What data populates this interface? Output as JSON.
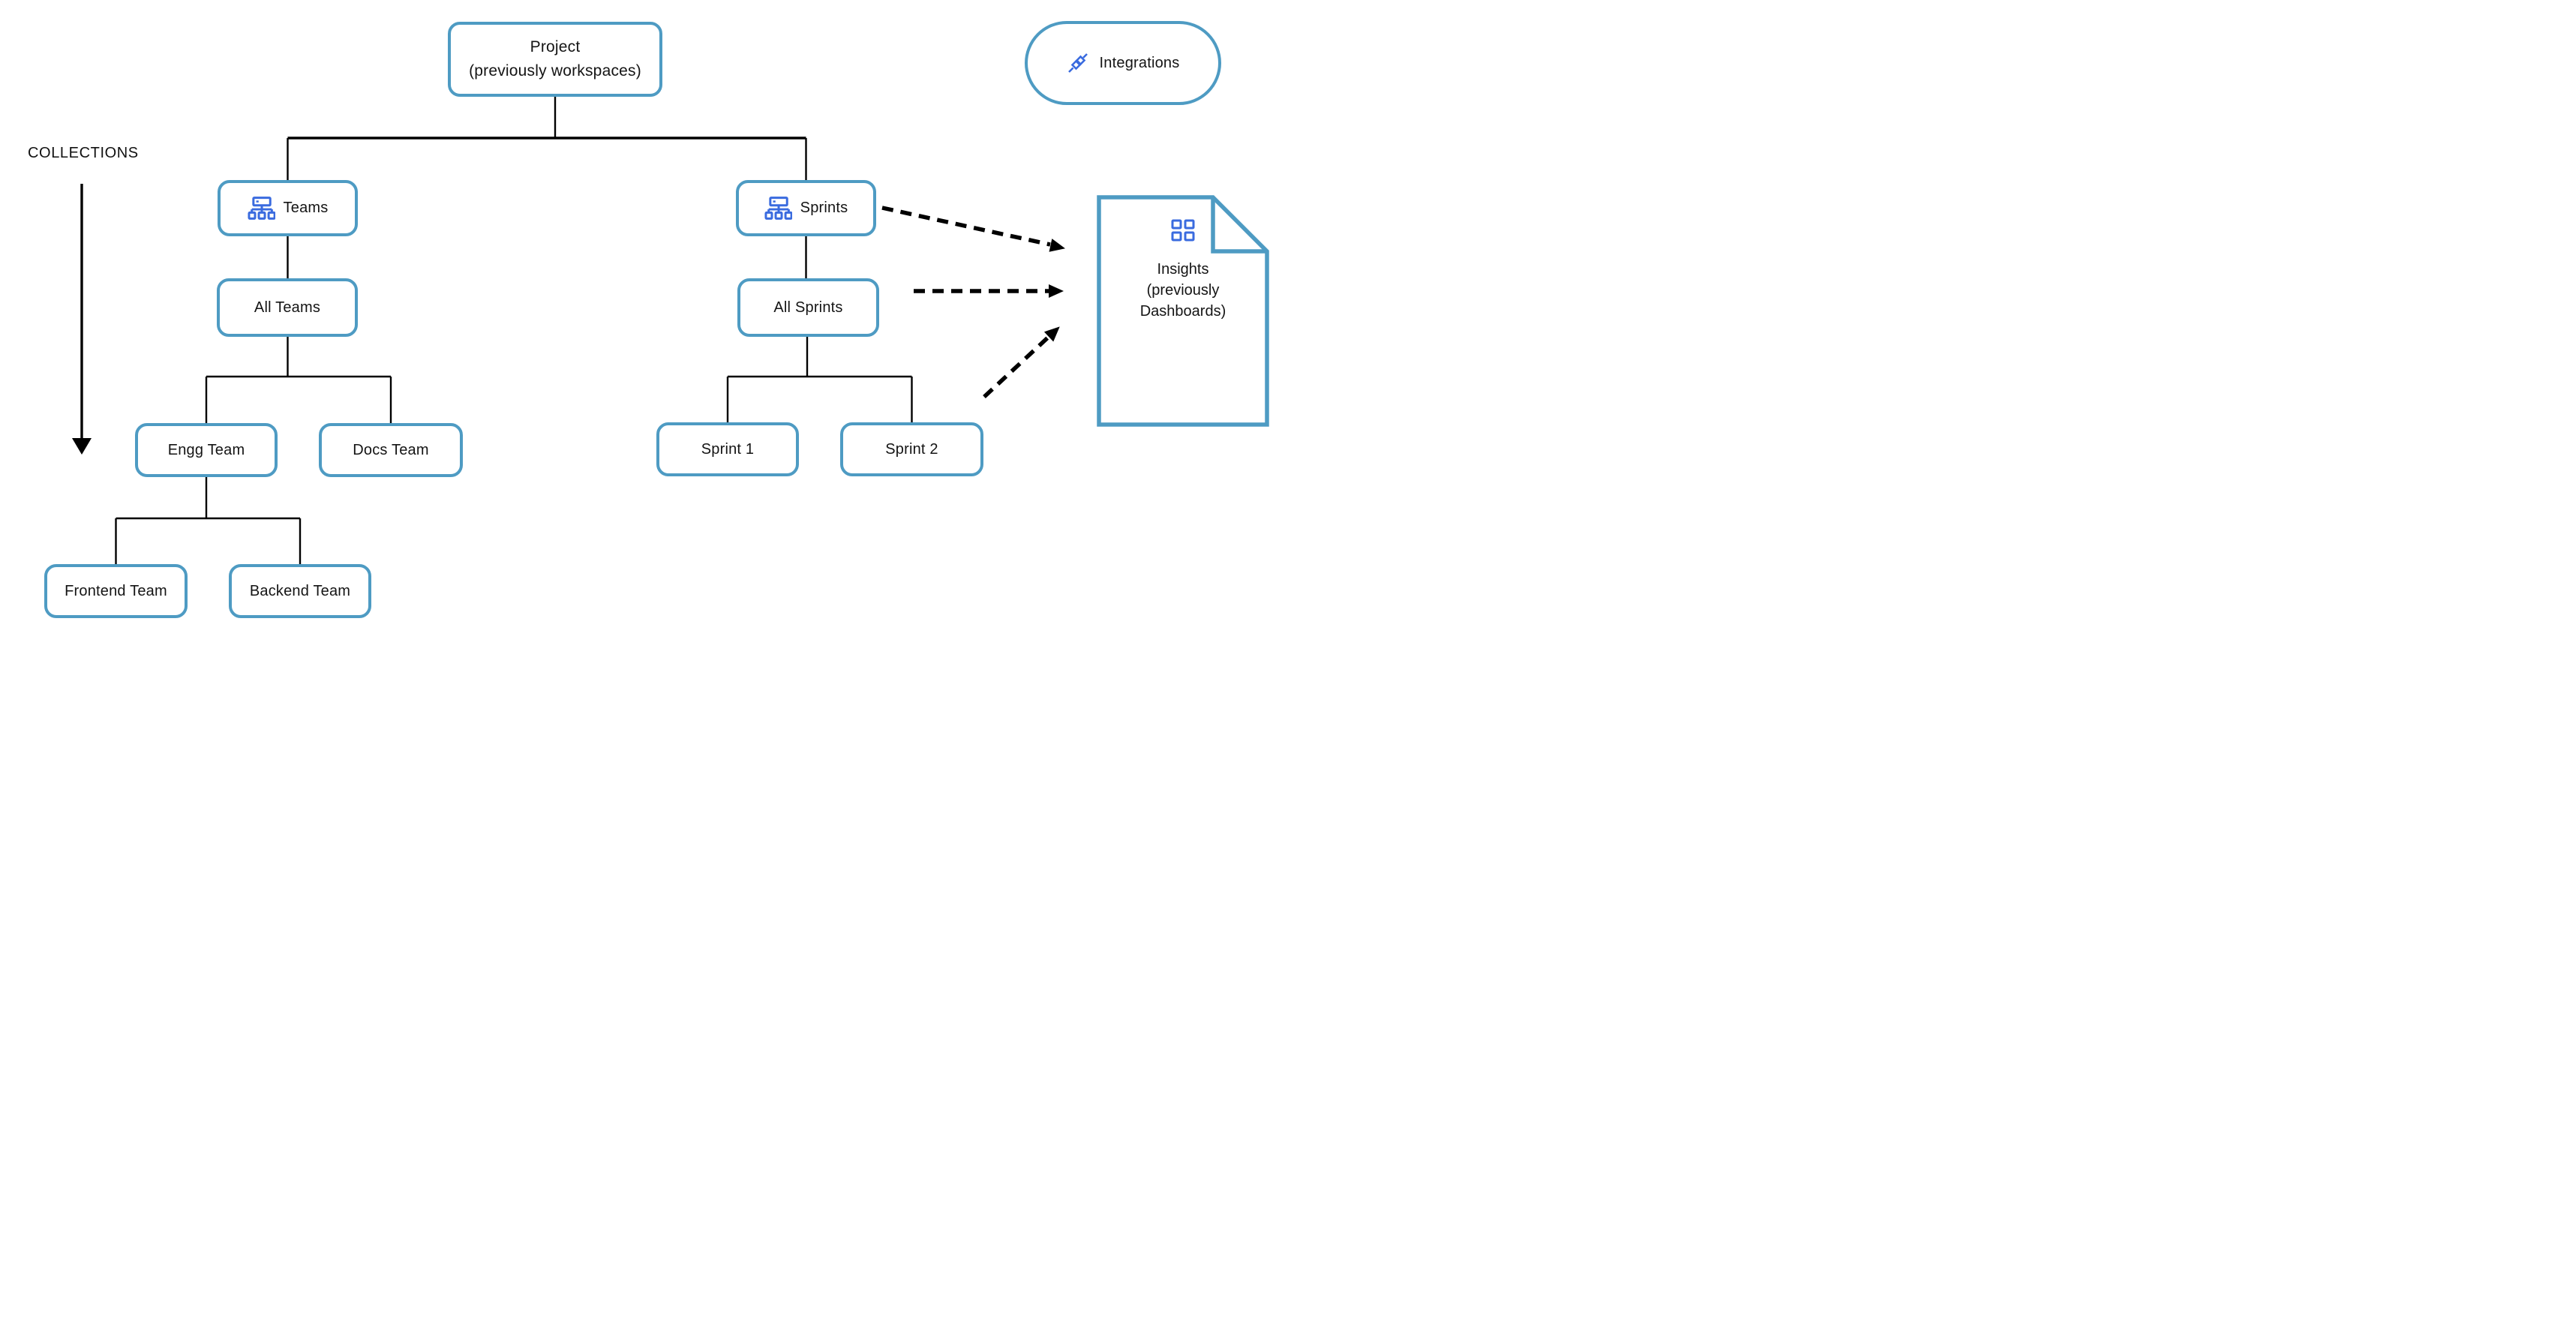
{
  "colors": {
    "node_border": "#4E9BC3",
    "icon_blue": "#3A6BDF",
    "line": "#000000",
    "text": "#141414",
    "background": "#FFFFFF"
  },
  "labels": {
    "collections": "COLLECTIONS"
  },
  "nodes": {
    "project": {
      "line1": "Project",
      "line2": "(previously workspaces)"
    },
    "teams": {
      "label": "Teams",
      "icon": "org-hierarchy-icon"
    },
    "all_teams": {
      "label": "All Teams"
    },
    "engg_team": {
      "label": "Engg Team"
    },
    "docs_team": {
      "label": "Docs Team"
    },
    "frontend_team": {
      "label": "Frontend Team"
    },
    "backend_team": {
      "label": "Backend Team"
    },
    "sprints": {
      "label": "Sprints",
      "icon": "org-hierarchy-icon"
    },
    "all_sprints": {
      "label": "All Sprints"
    },
    "sprint_1": {
      "label": "Sprint 1"
    },
    "sprint_2": {
      "label": "Sprint 2"
    },
    "integrations": {
      "label": "Integrations",
      "icon": "plug-integration-icon"
    },
    "insights": {
      "line1": "Insights",
      "line2": "(previously",
      "line3": "Dashboards)",
      "icon": "dashboard-grid-icon"
    }
  },
  "edges": [
    {
      "from": "project",
      "to": "teams",
      "style": "solid"
    },
    {
      "from": "project",
      "to": "sprints",
      "style": "solid"
    },
    {
      "from": "teams",
      "to": "all_teams",
      "style": "solid"
    },
    {
      "from": "all_teams",
      "to": "engg_team",
      "style": "solid"
    },
    {
      "from": "all_teams",
      "to": "docs_team",
      "style": "solid"
    },
    {
      "from": "engg_team",
      "to": "frontend_team",
      "style": "solid"
    },
    {
      "from": "engg_team",
      "to": "backend_team",
      "style": "solid"
    },
    {
      "from": "sprints",
      "to": "all_sprints",
      "style": "solid"
    },
    {
      "from": "all_sprints",
      "to": "sprint_1",
      "style": "solid"
    },
    {
      "from": "all_sprints",
      "to": "sprint_2",
      "style": "solid"
    },
    {
      "from": "sprints",
      "to": "insights",
      "style": "dashed-arrow"
    },
    {
      "from": "all_sprints",
      "to": "insights",
      "style": "dashed-arrow"
    },
    {
      "from": "sprints_group",
      "to": "insights",
      "style": "dashed-arrow"
    },
    {
      "from": "collections_label",
      "to": "collections_span",
      "style": "solid-arrow-down"
    }
  ]
}
